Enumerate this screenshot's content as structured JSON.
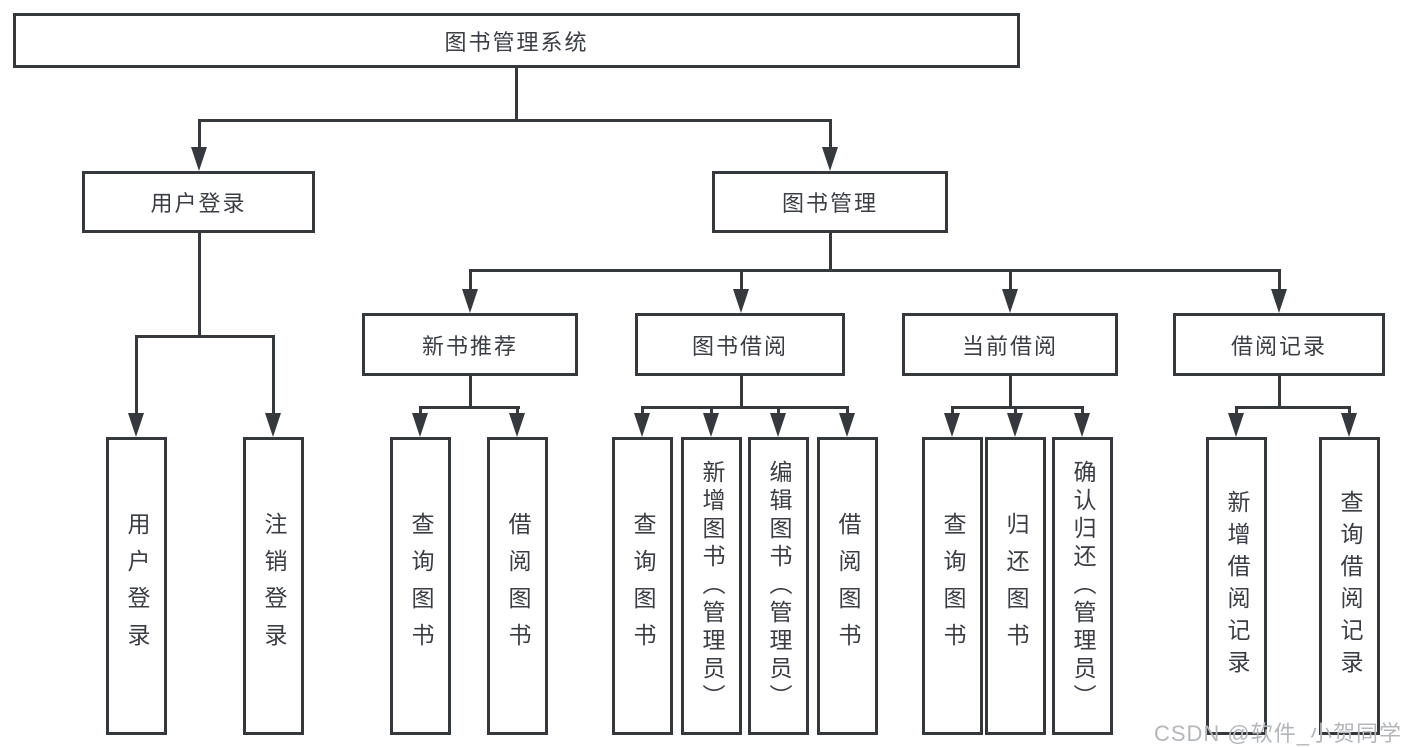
{
  "diagram": {
    "title": "图书管理系统",
    "branches": [
      {
        "label": "用户登录",
        "children": [
          {
            "label": "用户登录"
          },
          {
            "label": "注销登录"
          }
        ]
      },
      {
        "label": "图书管理",
        "children": [
          {
            "label": "新书推荐",
            "children": [
              {
                "label": "查询图书"
              },
              {
                "label": "借阅图书"
              }
            ]
          },
          {
            "label": "图书借阅",
            "children": [
              {
                "label": "查询图书"
              },
              {
                "label": "新增图书（管理员）"
              },
              {
                "label": "编辑图书（管理员）"
              },
              {
                "label": "借阅图书"
              }
            ]
          },
          {
            "label": "当前借阅",
            "children": [
              {
                "label": "查询图书"
              },
              {
                "label": "归还图书"
              },
              {
                "label": "确认归还（管理员）"
              }
            ]
          },
          {
            "label": "借阅记录",
            "children": [
              {
                "label": "新增借阅记录"
              },
              {
                "label": "查询借阅记录"
              }
            ]
          }
        ]
      }
    ]
  },
  "watermark": {
    "text": "CSDN @软件_小贺同学"
  },
  "colors": {
    "line": "#35393d",
    "text": "#3a3e44",
    "watermark": "#b3b7bb",
    "background": "#ffffff"
  }
}
